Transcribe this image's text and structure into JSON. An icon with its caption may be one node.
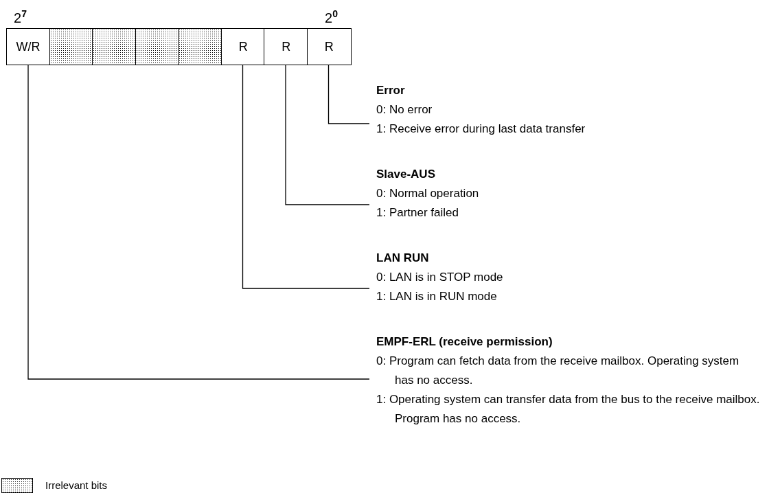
{
  "diagram": {
    "nodes": [
      {
        "text": [
          "W/R"
        ]
      },
      {
        "text": [],
        "shape": "box"
      },
      {
        "text": [],
        "shape": "box"
      },
      {
        "text": [],
        "shape": "box"
      },
      {
        "text": [],
        "shape": "box"
      },
      {
        "text": [
          "R"
        ]
      },
      {
        "text": [
          "R"
        ]
      },
      {
        "text": [
          "R"
        ]
      },
      {
        "text": [
          "Error",
          "0: No error",
          "1: Receive error during last data transfer"
        ]
      },
      {
        "text": [
          "Slave-AUS",
          "0: Normal operation",
          "1: Partner failed"
        ]
      },
      {
        "text": [
          "LAN RUN",
          "0: LAN is in STOP mode",
          "1: LAN is in RUN mode"
        ]
      },
      {
        "text": [
          "EMPF-ERL (receive permission)",
          "0: Program can fetch data from the receive mailbox. Operating system has no access.",
          "1: Operating system can transfer data from the bus to the receive mailbox. Program has no access."
        ]
      }
    ],
    "edges": [
      {
        "from": 7,
        "to": 8,
        "arrow": "none"
      },
      {
        "from": 6,
        "to": 9,
        "arrow": "none"
      },
      {
        "from": 5,
        "to": 10,
        "arrow": "none"
      },
      {
        "from": 0,
        "to": 11,
        "arrow": "none"
      }
    ],
    "labels": [
      "2$^{7}$",
      "2$^{0}$"
    ],
    "legend": [
      {
        "text": "Irrelevant bits"
      }
    ]
  }
}
